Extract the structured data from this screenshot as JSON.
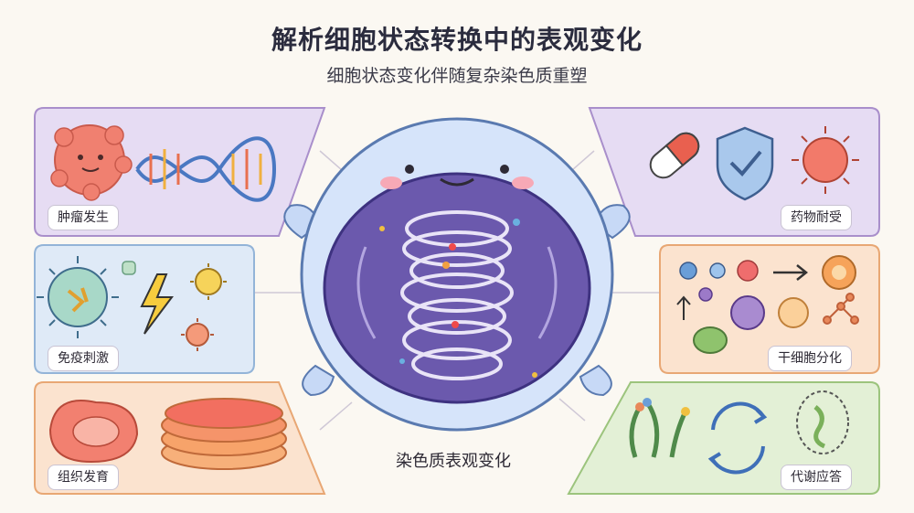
{
  "title": "解析细胞状态转换中的表观变化",
  "subtitle": "细胞状态变化伴随复杂染色质重塑",
  "center_label": "染色质表观变化",
  "panels": {
    "tumor": {
      "label": "肿瘤发生",
      "color": "#e6dcf3",
      "stroke": "#a98fcb"
    },
    "immune": {
      "label": "免疫刺激",
      "color": "#dfeaf7",
      "stroke": "#93b4d8"
    },
    "development": {
      "label": "组织发育",
      "color": "#fbe3cf",
      "stroke": "#e8a774"
    },
    "drug": {
      "label": "药物耐受",
      "color": "#e6dcf3",
      "stroke": "#a98fcb"
    },
    "stem": {
      "label": "干细胞分化",
      "color": "#fbe3cf",
      "stroke": "#e8a774"
    },
    "metabolic": {
      "label": "代谢应答",
      "color": "#e3f0d6",
      "stroke": "#9cc47d"
    }
  }
}
